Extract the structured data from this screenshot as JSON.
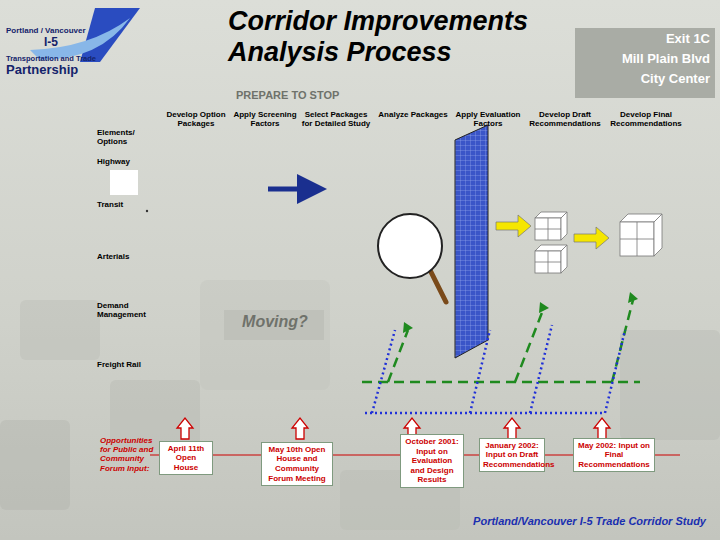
{
  "diagram": {
    "title": "Corridor Improvements Analysis Process",
    "caption": "Portland/Vancouver I-5 Trade Corridor Study",
    "nodes": [
      {
        "text": [
          "April 11th Open House"
        ]
      },
      {
        "text": [
          "May 10th Open House and Community Forum Meeting"
        ]
      },
      {
        "text": [
          "October 2001: Input on Evaluation and Design Results"
        ]
      },
      {
        "text": [
          "January 2002: Input on Draft Recommendations"
        ]
      },
      {
        "text": [
          "May 2002: Input on Final Recommendations"
        ]
      }
    ],
    "edges": [
      {
        "from": 0,
        "to": 1,
        "arrow": "none"
      },
      {
        "from": 1,
        "to": 2,
        "arrow": "none"
      },
      {
        "from": 2,
        "to": 3,
        "arrow": "none"
      },
      {
        "from": 3,
        "to": 4,
        "arrow": "none"
      }
    ],
    "labels": [
      "Portland / Vancouver",
      "I-5",
      "Transportation and Trade",
      "Partnership",
      "PREPARE TO STOP",
      "Exit 1C",
      "Mill Plain Blvd",
      "City Center",
      "Moving?",
      "Develop Option Packages",
      "Apply Screening Factors",
      "Select Packages for Detailed Study",
      "Analyze Packages",
      "Apply Evaluation Factors",
      "Develop Draft Recommendations",
      "Develop Final Recommendations",
      "Elements/ Options",
      "Highway",
      "Transit",
      "Arterials",
      "Demand Management",
      "Freight Rail",
      "Opportunities for Public and Community Forum Input:"
    ]
  }
}
